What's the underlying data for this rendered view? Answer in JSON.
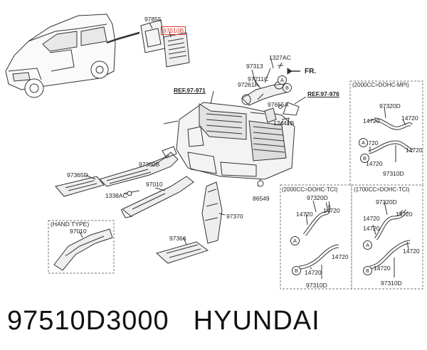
{
  "callouts": {
    "c97855": "97855",
    "c97510b": "97510B",
    "c1327ac": "1327AC",
    "c97313": "97313",
    "c97211c": "97211C",
    "c97261a": "97261A",
    "fr": "FR.",
    "ref97971": "REF.97-971",
    "ref97976": "REF.97-976",
    "c97655a": "97655A",
    "c12441b": "12441B",
    "c97360b": "97360B",
    "c97365d": "97365D",
    "c97010a": "97010",
    "c1338ac": "1338AC",
    "c86549": "86549",
    "c97370": "97370",
    "c97366": "97366",
    "c97010b": "97010",
    "handtype": "(HAND TYPE)"
  },
  "boxes": {
    "mpi": {
      "title": "(2000CC>DOHC-MPI)",
      "top_part": "97320D",
      "hose_a": "14720",
      "hose_b": "14720",
      "hose_c": "14720",
      "hose_d": "14720",
      "hose_e": "14720",
      "bottom_part": "97310D"
    },
    "tci2000": {
      "title": "(2000CC>DOHC-TCI)",
      "top_part": "97320D",
      "hose_a": "14720",
      "hose_b": "14720",
      "hose_c": "14720",
      "hose_d": "14720",
      "bottom_part": "97310D"
    },
    "tci1700": {
      "title": "(1700CC>DOHC-TCI)",
      "top_part": "97320D",
      "hose_a": "14720",
      "hose_b": "14720",
      "hose_c": "14720",
      "hose_d": "14720",
      "hose_e": "14720",
      "bottom_part": "97310D"
    }
  },
  "markers": {
    "a": "A",
    "b": "B"
  },
  "footer": {
    "part_number": "97510D3000",
    "brand": "HYUNDAI"
  },
  "colors": {
    "highlight": "#e0342a",
    "line": "#333333"
  }
}
